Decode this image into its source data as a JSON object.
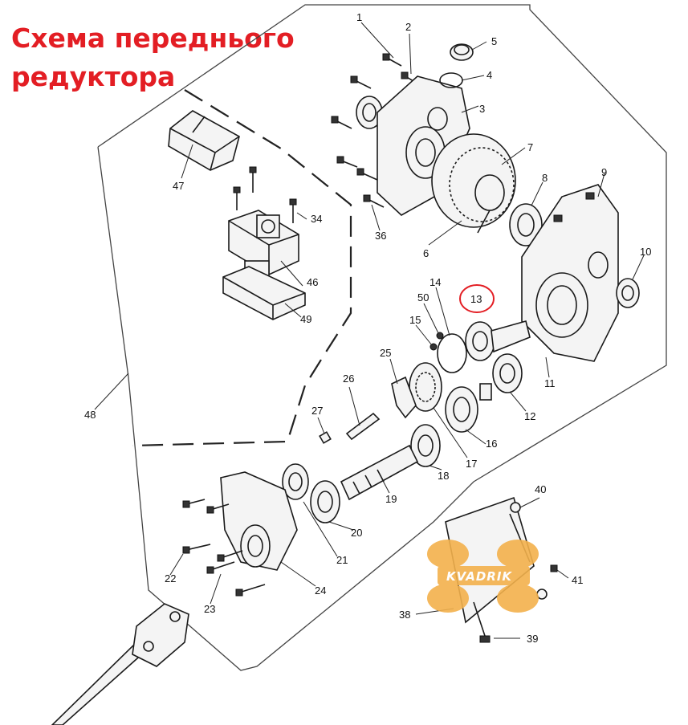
{
  "title": {
    "line1": "Схема переднього",
    "line2": "редуктора"
  },
  "highlighted_part": "13",
  "highlight_color": "#e31e24",
  "watermark": {
    "brand": "KVADRIK",
    "color": "#f3b14c"
  },
  "part_labels": [
    "1",
    "2",
    "3",
    "4",
    "5",
    "6",
    "7",
    "8",
    "9",
    "10",
    "11",
    "12",
    "13",
    "14",
    "15",
    "16",
    "17",
    "18",
    "19",
    "20",
    "21",
    "22",
    "23",
    "24",
    "25",
    "26",
    "27",
    "34",
    "36",
    "38",
    "39",
    "40",
    "41",
    "46",
    "47",
    "48",
    "49",
    "50"
  ]
}
